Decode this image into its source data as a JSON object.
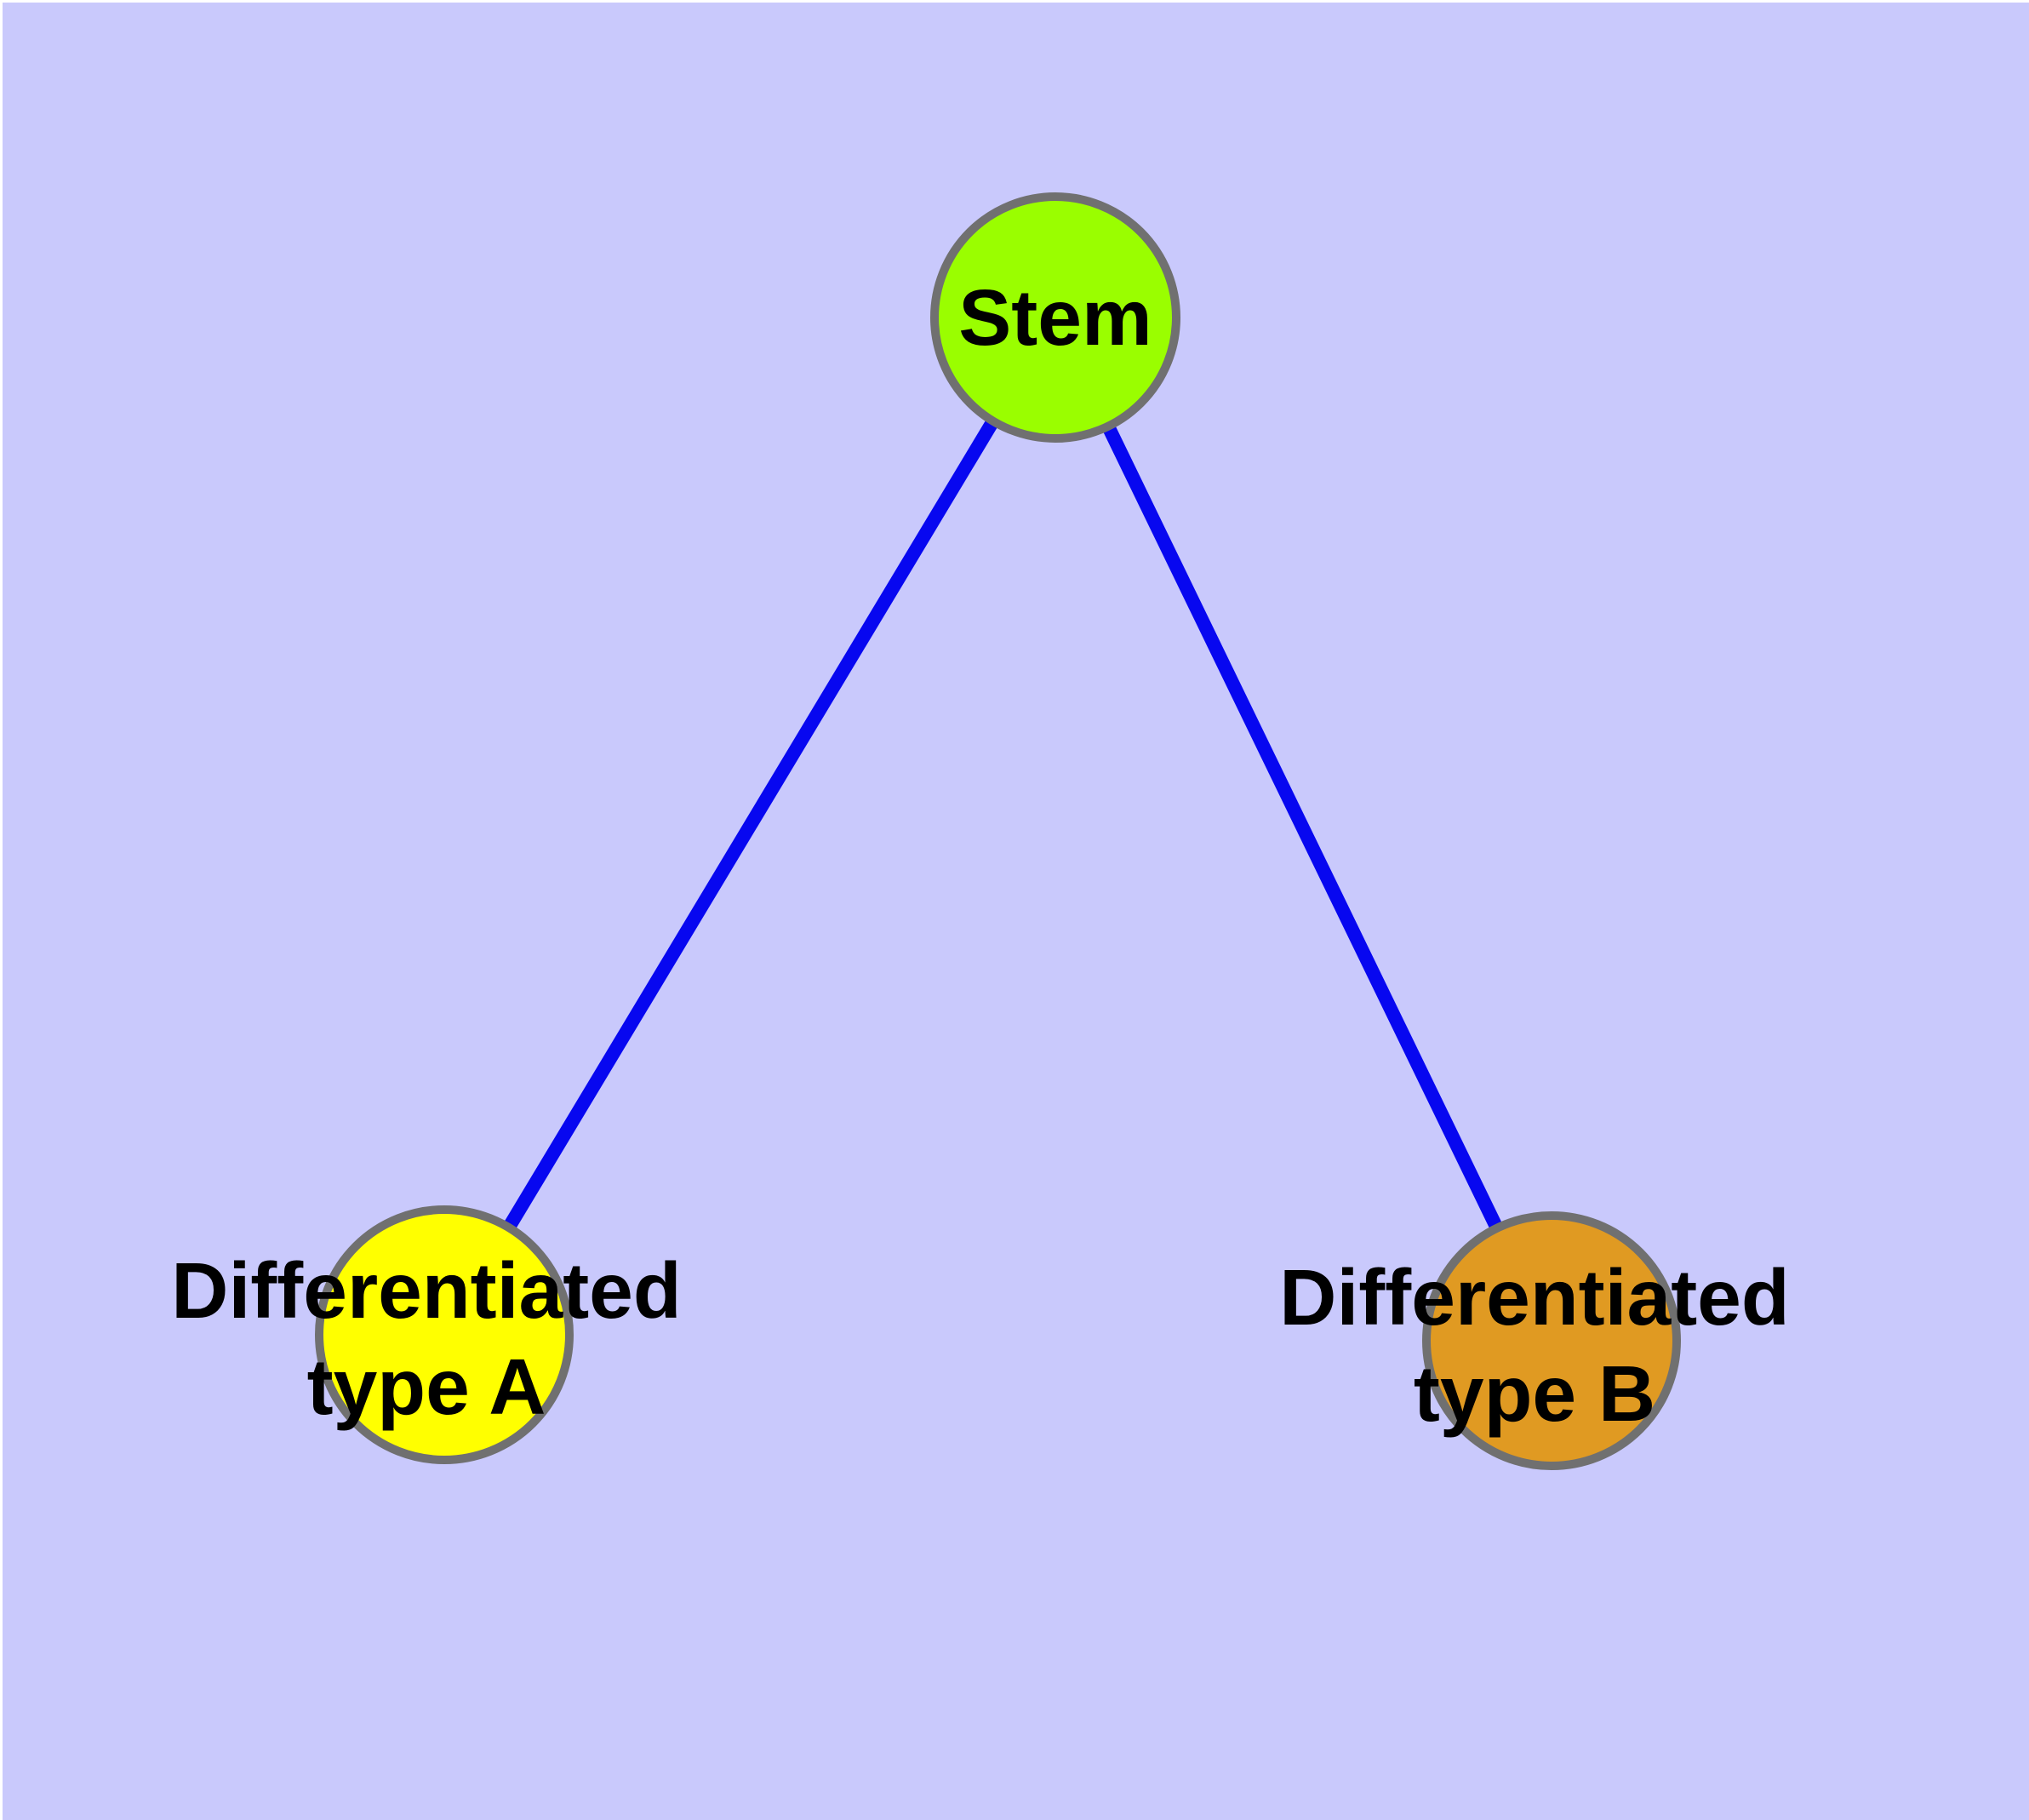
{
  "diagram": {
    "title": "",
    "nodes": {
      "stem": {
        "label": "Stem",
        "fill": "#9AFE00",
        "shape": "circle"
      },
      "type_a": {
        "label_line1": "Differentiated",
        "label_line2": "type A",
        "fill": "#FFFF00",
        "shape": "circle"
      },
      "type_b": {
        "label_line1": "Differentiated",
        "label_line2": "type B",
        "fill": "#E09A22",
        "shape": "circle"
      }
    },
    "edges": [
      {
        "from": "stem",
        "to": "type_a",
        "style": "solid",
        "arrowhead": "none"
      },
      {
        "from": "stem",
        "to": "type_b",
        "style": "solid",
        "arrowhead": "none"
      }
    ],
    "colors": {
      "background": "#C9C9FC",
      "node_border": "#707070",
      "edge": "#0707F0",
      "label_text": "#000000"
    }
  }
}
